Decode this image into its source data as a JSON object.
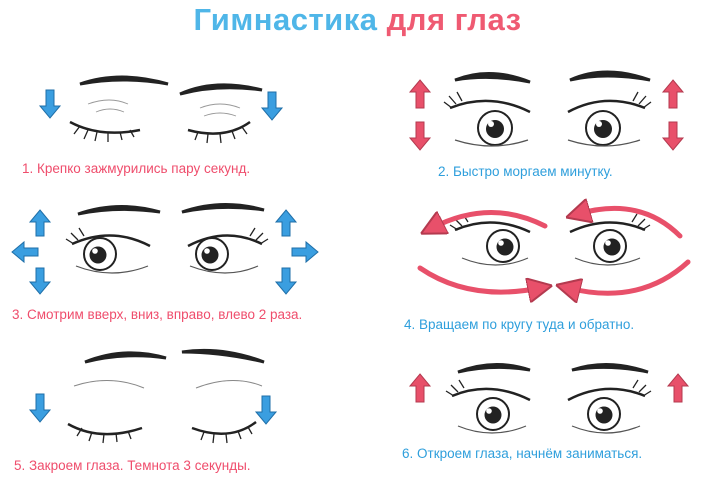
{
  "title": {
    "part1": "Гимнастика",
    "part2": "для глаз"
  },
  "colors": {
    "blue": "#3a9ee0",
    "pink": "#ef4d6c",
    "red_arrow": "#e8506a",
    "title_blue": "#4fb6e8",
    "title_pink": "#ef5a72"
  },
  "steps": [
    {
      "text": "1. Крепко зажмурились пару секунд."
    },
    {
      "text": "2. Быстро моргаем минутку."
    },
    {
      "text": "3. Смотрим вверх, вниз, вправо, влево 2 раза."
    },
    {
      "text": "4. Вращаем по кругу туда и обратно."
    },
    {
      "text": "5. Закроем глаза. Темнота 3 секунды."
    },
    {
      "text": "6. Откроем глаза, начнём заниматься."
    }
  ]
}
